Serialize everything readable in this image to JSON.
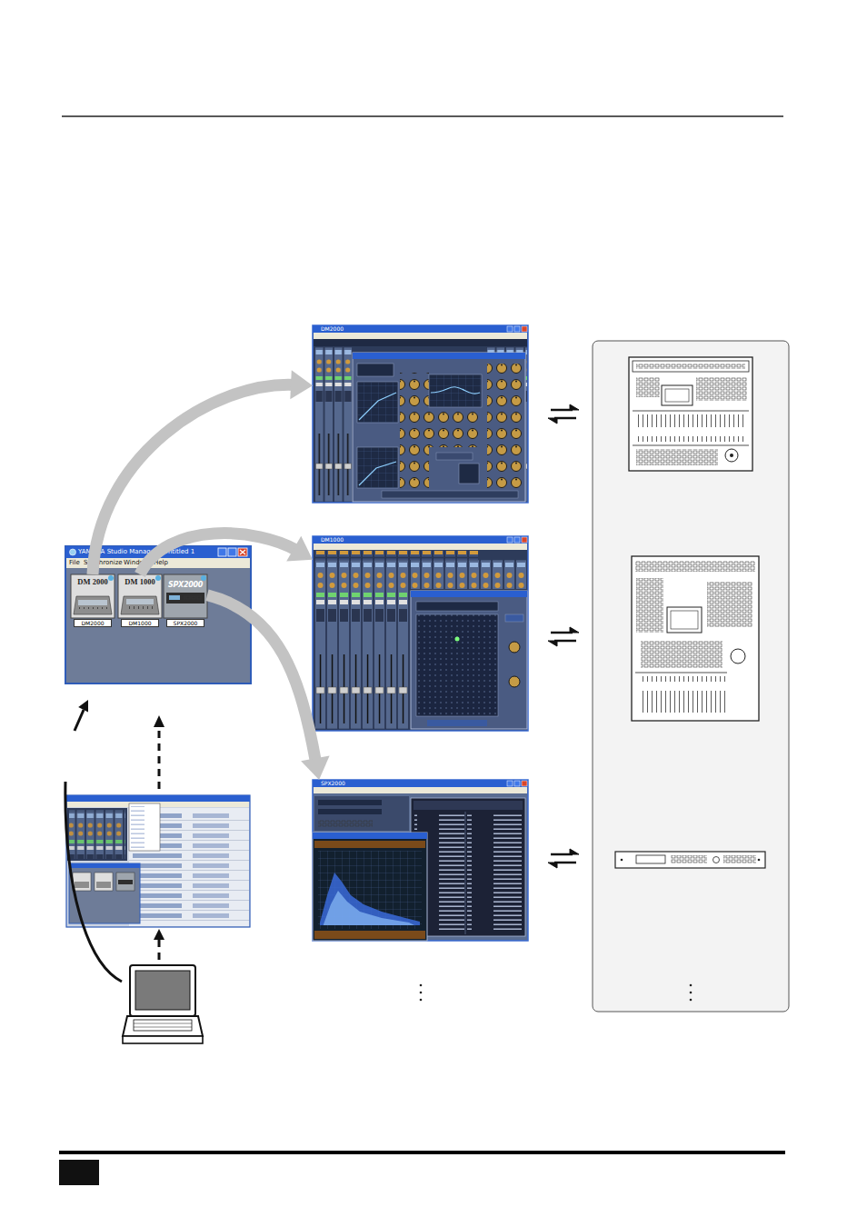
{
  "diagram": {
    "nodes": [
      {
        "text": [
          "YAMAHA Studio Manager - Untitled 1",
          "File",
          "Synchronize",
          "Windows",
          "Help"
        ]
      },
      {
        "text": [
          "DM 2000",
          "DM2000"
        ],
        "in": 0
      },
      {
        "text": [
          "DM 1000",
          "DM1000"
        ],
        "in": 0
      },
      {
        "text": [
          "SPX2000",
          "SPX2000"
        ],
        "in": 0
      },
      {
        "text": [
          "DM2000"
        ]
      },
      {
        "text": [
          "DM1000"
        ]
      },
      {
        "text": [
          "SPX2000"
        ]
      }
    ],
    "edges": [
      {
        "from": 1,
        "to": 4,
        "arrow": "to"
      },
      {
        "from": 2,
        "to": 5,
        "arrow": "to"
      },
      {
        "from": 3,
        "to": 6,
        "arrow": "to"
      }
    ]
  }
}
